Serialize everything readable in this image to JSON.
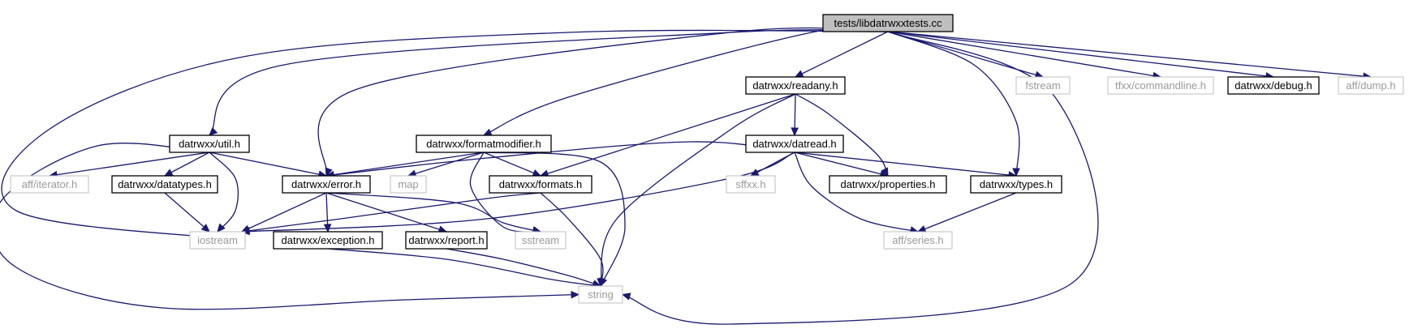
{
  "diagram": {
    "kind": "include-dependency-graph",
    "edge_color": "#191970",
    "root_fill": "#bfbfbf",
    "documented_border": "#000000",
    "external_border": "#bfbfbf",
    "nodes": [
      {
        "id": "root",
        "label": "tests/libdatrwxxtests.cc",
        "style": "root"
      },
      {
        "id": "util",
        "label": "datrwxx/util.h",
        "style": "documented"
      },
      {
        "id": "readany",
        "label": "datrwxx/readany.h",
        "style": "documented"
      },
      {
        "id": "fstream",
        "label": "fstream",
        "style": "external"
      },
      {
        "id": "commandline",
        "label": "tfxx/commandline.h",
        "style": "external"
      },
      {
        "id": "debug",
        "label": "datrwxx/debug.h",
        "style": "documented"
      },
      {
        "id": "dump",
        "label": "aff/dump.h",
        "style": "external"
      },
      {
        "id": "formatmodifier",
        "label": "datrwxx/formatmodifier.h",
        "style": "documented"
      },
      {
        "id": "datread",
        "label": "datrwxx/datread.h",
        "style": "documented"
      },
      {
        "id": "iterator",
        "label": "aff/iterator.h",
        "style": "external"
      },
      {
        "id": "datatypes",
        "label": "datrwxx/datatypes.h",
        "style": "documented"
      },
      {
        "id": "error",
        "label": "datrwxx/error.h",
        "style": "documented"
      },
      {
        "id": "map",
        "label": "map",
        "style": "external"
      },
      {
        "id": "formats",
        "label": "datrwxx/formats.h",
        "style": "documented"
      },
      {
        "id": "sffxx",
        "label": "sffxx.h",
        "style": "external"
      },
      {
        "id": "properties",
        "label": "datrwxx/properties.h",
        "style": "documented"
      },
      {
        "id": "types",
        "label": "datrwxx/types.h",
        "style": "documented"
      },
      {
        "id": "iostream",
        "label": "iostream",
        "style": "external"
      },
      {
        "id": "exception",
        "label": "datrwxx/exception.h",
        "style": "documented"
      },
      {
        "id": "report",
        "label": "datrwxx/report.h",
        "style": "documented"
      },
      {
        "id": "sstream",
        "label": "sstream",
        "style": "external"
      },
      {
        "id": "series",
        "label": "aff/series.h",
        "style": "external"
      },
      {
        "id": "string",
        "label": "string",
        "style": "external"
      }
    ],
    "edges": [
      [
        "root",
        "iostream"
      ],
      [
        "root",
        "util"
      ],
      [
        "root",
        "error"
      ],
      [
        "root",
        "formatmodifier"
      ],
      [
        "root",
        "readany"
      ],
      [
        "root",
        "types"
      ],
      [
        "root",
        "string"
      ],
      [
        "root",
        "fstream"
      ],
      [
        "root",
        "commandline"
      ],
      [
        "root",
        "debug"
      ],
      [
        "root",
        "dump"
      ],
      [
        "util",
        "iterator"
      ],
      [
        "util",
        "datatypes"
      ],
      [
        "util",
        "error"
      ],
      [
        "util",
        "iostream"
      ],
      [
        "util",
        "string"
      ],
      [
        "readany",
        "formats"
      ],
      [
        "readany",
        "datread"
      ],
      [
        "readany",
        "properties"
      ],
      [
        "readany",
        "string"
      ],
      [
        "formatmodifier",
        "error"
      ],
      [
        "formatmodifier",
        "map"
      ],
      [
        "formatmodifier",
        "formats"
      ],
      [
        "formatmodifier",
        "sstream"
      ],
      [
        "formatmodifier",
        "string"
      ],
      [
        "datread",
        "error"
      ],
      [
        "datread",
        "iostream"
      ],
      [
        "datread",
        "sffxx"
      ],
      [
        "datread",
        "properties"
      ],
      [
        "datread",
        "types"
      ],
      [
        "datread",
        "series"
      ],
      [
        "datatypes",
        "iostream"
      ],
      [
        "error",
        "iostream"
      ],
      [
        "error",
        "exception"
      ],
      [
        "error",
        "report"
      ],
      [
        "error",
        "sstream"
      ],
      [
        "formats",
        "iostream"
      ],
      [
        "formats",
        "string"
      ],
      [
        "types",
        "series"
      ],
      [
        "exception",
        "string"
      ],
      [
        "report",
        "string"
      ]
    ]
  }
}
